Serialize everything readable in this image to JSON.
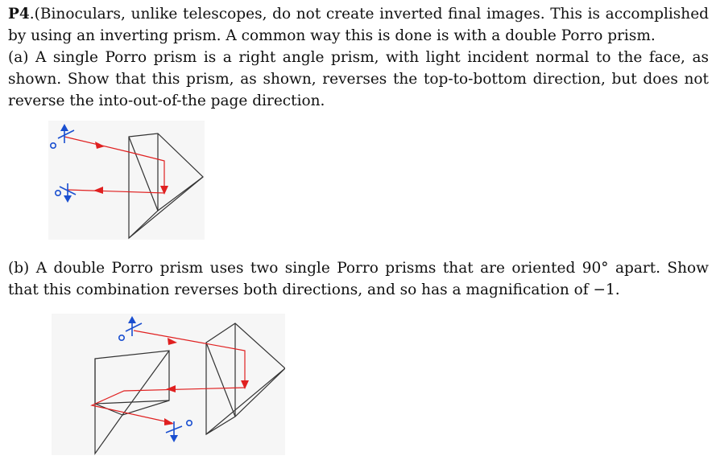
{
  "problem": {
    "label": "P4",
    "intro": ".(Binoculars, unlike telescopes, do not create inverted final images. This is accomplished by using an inverting prism. A common way this is done is with a double Porro prism.",
    "part_a": "(a) A single Porro prism is a right angle prism, with light incident normal to the face, as shown. Show that this prism, as shown, reverses the top-to-bottom direction, but does not reverse the into-out-of-the page direction.",
    "part_b": "(b) A double Porro prism uses two single Porro prisms that are oriented 90° apart. Show that this combination reverses both directions, and so has a magnification of −1."
  },
  "figures": {
    "ray_color": "#e02020",
    "prism_color": "#333333",
    "marker_color": "#1a4fd0",
    "background": "#f6f6f6"
  }
}
